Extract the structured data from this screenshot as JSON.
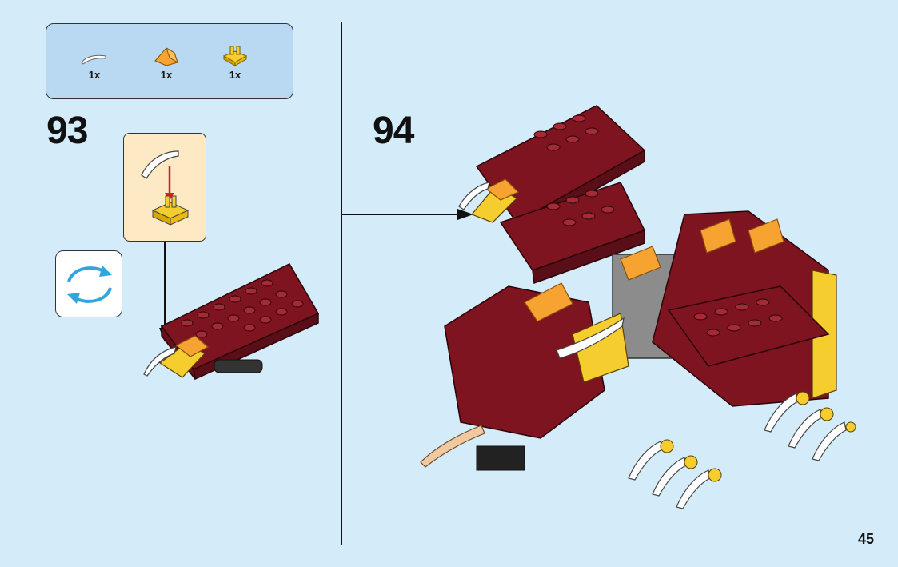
{
  "parts_list": {
    "items": [
      {
        "name": "white-claw-piece",
        "qty": "1x",
        "color": "#ffffff"
      },
      {
        "name": "orange-slope-piece",
        "qty": "1x",
        "color": "#f7a331"
      },
      {
        "name": "yellow-clip-plate",
        "qty": "1x",
        "color": "#f5cd2f"
      }
    ]
  },
  "steps": [
    {
      "number": "93"
    },
    {
      "number": "94"
    }
  ],
  "page_number": "45",
  "colors": {
    "background": "#d4ebf9",
    "parts_box": "#b9d9f3",
    "callout": "#fde9c4",
    "dark_red": "#7d1420",
    "red_highlight": "#a52a35",
    "orange": "#f7a331",
    "yellow": "#f5cd2f",
    "gray": "#8c8c8c",
    "rotate_arrow": "#2fa6e0"
  },
  "icons": [
    "rotate-model-icon",
    "arrow-down-icon",
    "arrow-right-icon"
  ]
}
